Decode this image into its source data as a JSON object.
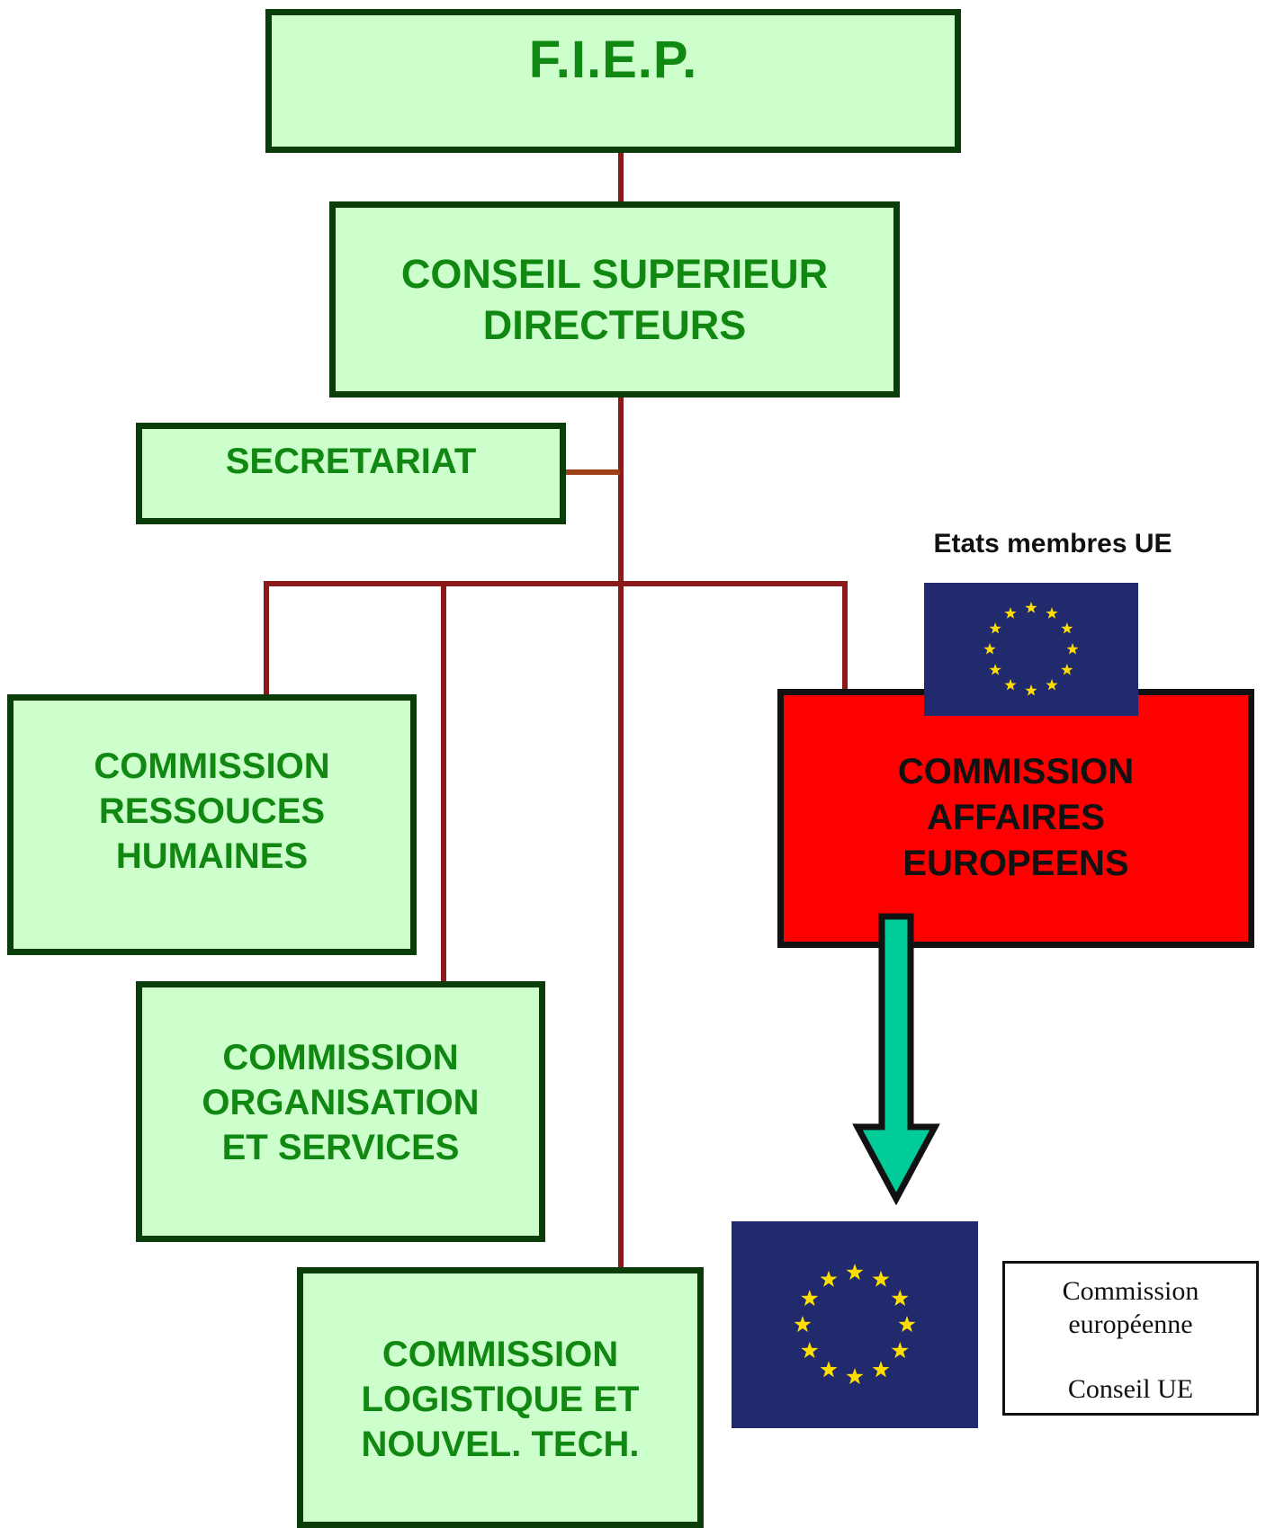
{
  "diagram": {
    "top": {
      "label": "F.I.E.P."
    },
    "council": {
      "lines": [
        "CONSEIL SUPERIEUR",
        "DIRECTEURS"
      ]
    },
    "secretariat": {
      "label": "SECRETARIAT"
    },
    "commissions": {
      "human_resources": {
        "lines": [
          "COMMISSION",
          "RESSOUCES",
          "HUMAINES"
        ]
      },
      "organisation": {
        "lines": [
          "COMMISSION",
          "ORGANISATION",
          "ET SERVICES"
        ]
      },
      "logistics": {
        "lines": [
          "COMMISSION",
          "LOGISTIQUE ET",
          "NOUVEL. TECH."
        ]
      },
      "european_affairs": {
        "lines": [
          "COMMISSION",
          "AFFAIRES",
          "EUROPEENS"
        ]
      }
    },
    "member_states_label": "Etats membres UE",
    "eu_bodies": {
      "lines": [
        "Commission",
        "européenne",
        "Conseil  UE"
      ]
    }
  },
  "colors": {
    "box_fill": "#ccffcc",
    "box_border": "#0b3d0b",
    "box_text": "#118811",
    "connector": "#8b1a1a",
    "highlight_fill": "#ff0000",
    "arrow_fill": "#00cc99",
    "eu_flag_blue": "#202a6c",
    "eu_star_yellow": "#ffdd00"
  },
  "icons": [
    "eu-flag-icon",
    "eu-flag-icon",
    "down-arrow-icon"
  ]
}
